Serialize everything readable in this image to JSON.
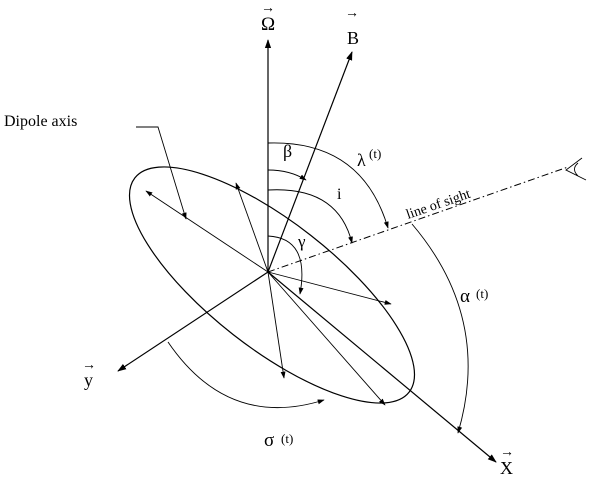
{
  "labels": {
    "omega": "Ω",
    "b_field": "B",
    "dipole_axis": "Dipole axis",
    "beta": "β",
    "lambda": "λ",
    "lambda_sup": "(t)",
    "inclination": "i",
    "gamma": "γ",
    "line_of_sight": "line of sight",
    "alpha": "α",
    "alpha_sup": "(t)",
    "sigma": "σ",
    "sigma_sub": "(t)",
    "y_axis": "y",
    "x_axis": "X"
  }
}
